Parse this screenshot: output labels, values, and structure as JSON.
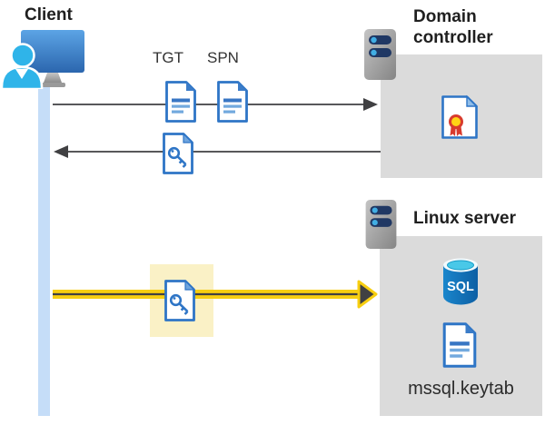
{
  "client": {
    "label": "Client"
  },
  "domain_controller": {
    "label": "Domain controller"
  },
  "linux_server": {
    "label": "Linux server",
    "keytab_filename": "mssql.keytab"
  },
  "sql_icon_label": "SQL",
  "ticket_labels": {
    "tgt": "TGT",
    "spn": "SPN"
  },
  "colors": {
    "doc_border_blue": "#2e75c6",
    "doc_line_light_blue": "#72a9de",
    "arrow_dark": "#404042",
    "kerberos_arrow_yellow": "#f7ce10",
    "keytab_highlight_bg": "#faf1c6",
    "server_panel_gray": "#dbdbdb",
    "client_lifeline_blue": "#c5ddf8",
    "server_pill_navy": "#203864",
    "server_dot_blue": "#41aee4",
    "sql_db_blue": "#1173bc",
    "sql_top_cyan": "#49c8e8",
    "cert_red": "#d83b2d",
    "cert_gold": "#ffd415",
    "person_cyan": "#2fb4e9"
  }
}
